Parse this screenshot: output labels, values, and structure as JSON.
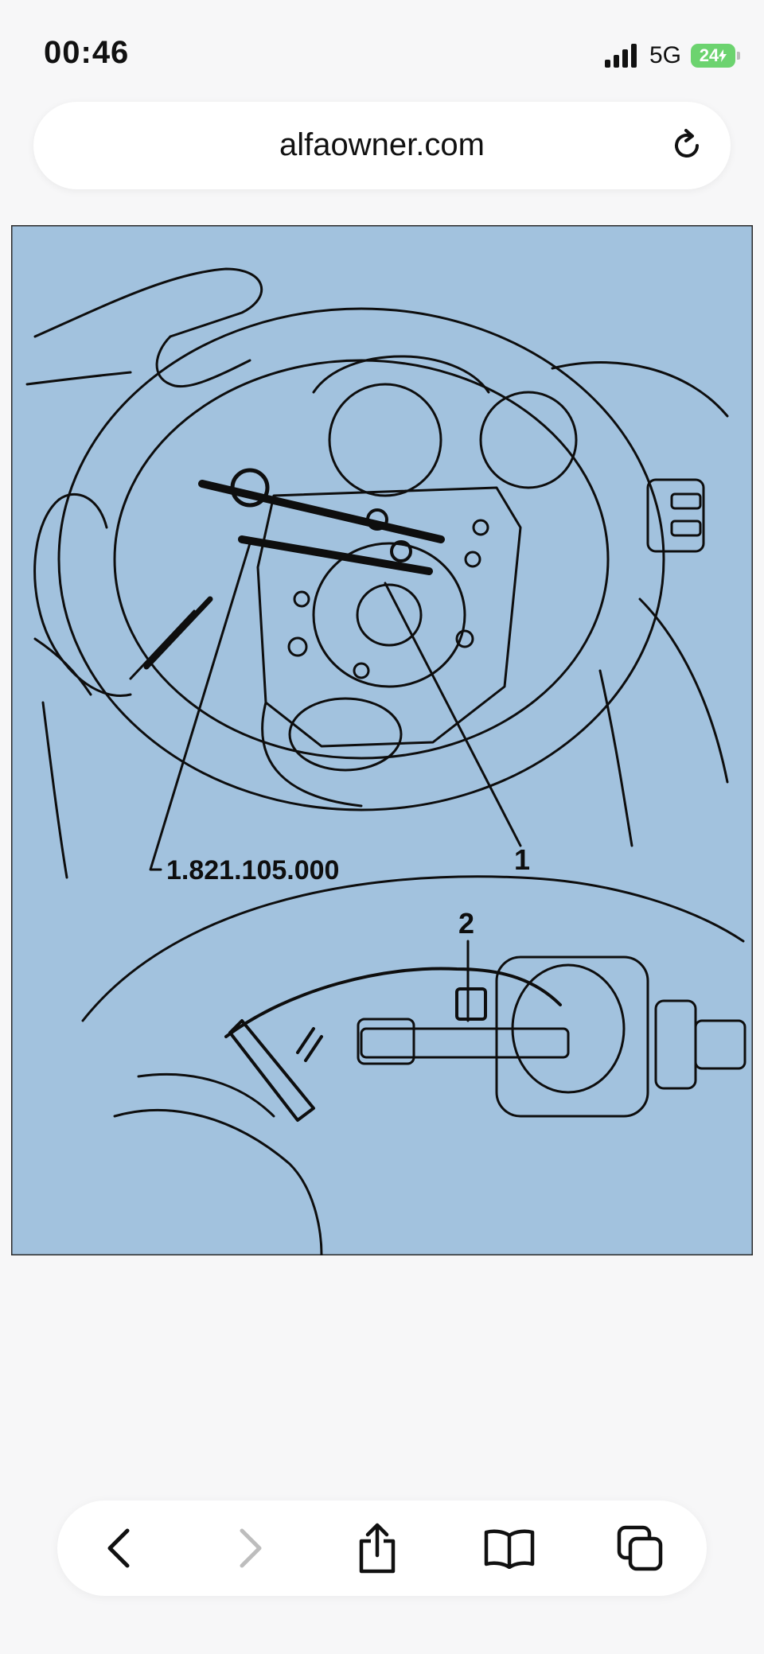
{
  "status_bar": {
    "time": "00:46",
    "network": "5G",
    "battery": "24"
  },
  "browser": {
    "url": "alfaowner.com"
  },
  "figure": {
    "background_color": "#a2c2de",
    "line_color": "#0e0e0e",
    "labels": {
      "part_number": "1.821.105.000",
      "callout_1": "1",
      "callout_2": "2"
    }
  },
  "toolbar": {
    "icons": [
      "back-icon",
      "forward-icon",
      "share-icon",
      "bookmarks-icon",
      "tabs-icon"
    ]
  }
}
